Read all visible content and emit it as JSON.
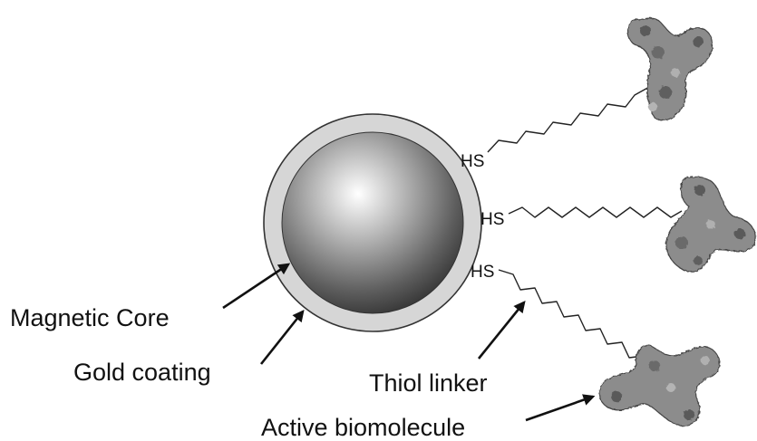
{
  "labels": {
    "magnetic_core": "Magnetic Core",
    "gold_coating": "Gold coating",
    "thiol_linker": "Thiol linker",
    "active_biomolecule": "Active biomolecule"
  },
  "linkers": [
    {
      "group": "HS"
    },
    {
      "group": "HS"
    },
    {
      "group": "HS"
    }
  ],
  "colors": {
    "gold_coating": "#d6d6d6",
    "core_light": "#ffffff",
    "core_dark": "#2e2e2e",
    "ink": "#111111"
  },
  "icons": [
    "antibody-icon",
    "nanoparticle-core-icon"
  ]
}
